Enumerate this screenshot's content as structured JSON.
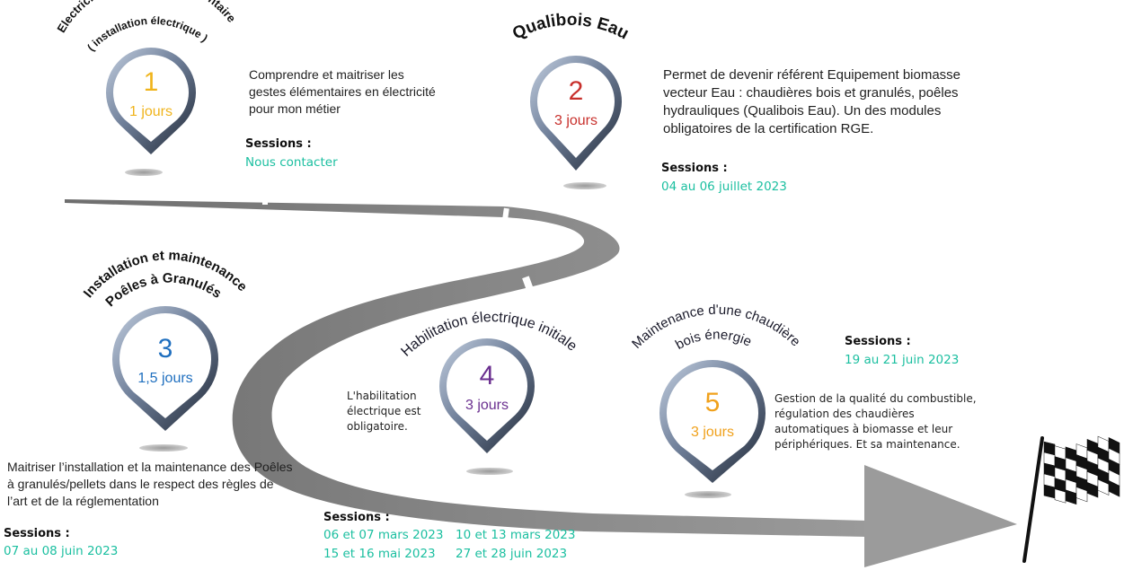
{
  "colors": {
    "teal": "#1bbfa0",
    "gold": "#f0b41c",
    "red": "#c8302c",
    "blue": "#1f6fbf",
    "purple": "#6a2f8f",
    "orange": "#f0a11c"
  },
  "modules": [
    {
      "number": "1",
      "duration": "1 jours",
      "title_lines": [
        "Electricité: intervention élémentaire",
        "( installation électrique )"
      ],
      "description": "Comprendre et maitriser les gestes élémentaires en électricité pour mon métier",
      "sessions_label": "Sessions :",
      "sessions": [
        "Nous contacter"
      ]
    },
    {
      "number": "2",
      "duration": "3 jours",
      "title_lines": [
        "Qualibois Eau"
      ],
      "description": "Permet de devenir référent Equipement biomasse vecteur Eau : chaudières bois et granulés, poêles hydrauliques (Qualibois Eau). Un des modules obligatoires de la certification RGE.",
      "sessions_label": "Sessions :",
      "sessions": [
        "04 au 06 juillet 2023"
      ]
    },
    {
      "number": "3",
      "duration": "1,5 jours",
      "title_lines": [
        "Installation et maintenance",
        "Poêles à Granulés"
      ],
      "description": "Maitriser l’installation et la maintenance des Poêles à granulés/pellets dans le respect des règles de l’art et de la réglementation",
      "sessions_label": "Sessions :",
      "sessions": [
        "07 au 08 juin 2023"
      ]
    },
    {
      "number": "4",
      "duration": "3 jours",
      "title_lines": [
        "Habilitation électrique initiale"
      ],
      "description": "L'habilitation électrique est obligatoire.",
      "sessions_label": "Sessions :",
      "sessions": [
        "06 et 07 mars 2023",
        "10 et 13 mars 2023",
        "15 et 16 mai 2023",
        "27 et 28 juin 2023"
      ]
    },
    {
      "number": "5",
      "duration": "3 jours",
      "title_lines": [
        "Maintenance d'une chaudière",
        "bois énergie"
      ],
      "description": "Gestion de la qualité du combustible, régulation des chaudières automatiques à biomasse et leur périphériques. Et sa maintenance.",
      "sessions_label": "Sessions :",
      "sessions": [
        "19 au 21 juin 2023"
      ]
    }
  ]
}
